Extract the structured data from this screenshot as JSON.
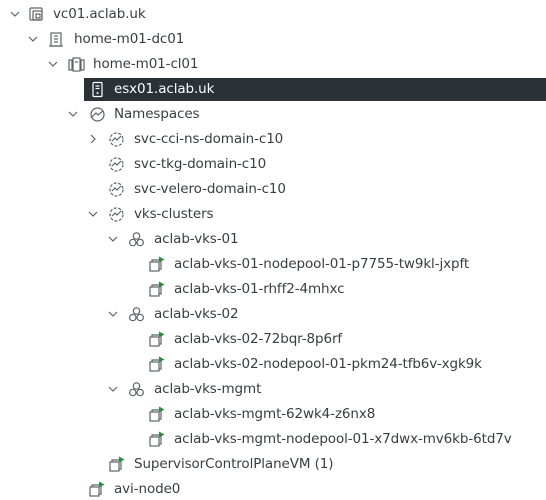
{
  "tree": {
    "items": [
      {
        "label": "vc01.aclab.uk",
        "icon": "vcenter-icon",
        "expanded": "true",
        "selected": false
      },
      {
        "label": "home-m01-dc01",
        "icon": "datacenter-icon",
        "expanded": "true",
        "selected": false
      },
      {
        "label": "home-m01-cl01",
        "icon": "cluster-icon",
        "expanded": "true",
        "selected": false
      },
      {
        "label": "esx01.aclab.uk",
        "icon": "host-icon",
        "expanded": "none",
        "selected": true
      },
      {
        "label": "Namespaces",
        "icon": "namespaces-icon",
        "expanded": "true",
        "selected": false
      },
      {
        "label": "svc-cci-ns-domain-c10",
        "icon": "namespace-icon",
        "expanded": "false",
        "selected": false
      },
      {
        "label": "svc-tkg-domain-c10",
        "icon": "namespace-icon",
        "expanded": "none",
        "selected": false
      },
      {
        "label": "svc-velero-domain-c10",
        "icon": "namespace-icon",
        "expanded": "none",
        "selected": false
      },
      {
        "label": "vks-clusters",
        "icon": "namespace-icon",
        "expanded": "true",
        "selected": false
      },
      {
        "label": "aclab-vks-01",
        "icon": "k8s-cluster-icon",
        "expanded": "true",
        "selected": false
      },
      {
        "label": "aclab-vks-01-nodepool-01-p7755-tw9kl-jxpft",
        "icon": "vm-icon",
        "expanded": "none",
        "selected": false
      },
      {
        "label": "aclab-vks-01-rhff2-4mhxc",
        "icon": "vm-icon",
        "expanded": "none",
        "selected": false
      },
      {
        "label": "aclab-vks-02",
        "icon": "k8s-cluster-icon",
        "expanded": "true",
        "selected": false
      },
      {
        "label": "aclab-vks-02-72bqr-8p6rf",
        "icon": "vm-icon",
        "expanded": "none",
        "selected": false
      },
      {
        "label": "aclab-vks-02-nodepool-01-pkm24-tfb6v-xgk9k",
        "icon": "vm-icon",
        "expanded": "none",
        "selected": false
      },
      {
        "label": "aclab-vks-mgmt",
        "icon": "k8s-cluster-icon",
        "expanded": "true",
        "selected": false
      },
      {
        "label": "aclab-vks-mgmt-62wk4-z6nx8",
        "icon": "vm-icon",
        "expanded": "none",
        "selected": false
      },
      {
        "label": "aclab-vks-mgmt-nodepool-01-x7dwx-mv6kb-6td7v",
        "icon": "vm-icon",
        "expanded": "none",
        "selected": false
      },
      {
        "label": "SupervisorControlPlaneVM (1)",
        "icon": "vm-icon",
        "expanded": "none",
        "selected": false
      },
      {
        "label": "avi-node0",
        "icon": "vm-icon",
        "expanded": "none",
        "selected": false
      }
    ]
  },
  "colors": {
    "selected_bg": "#2a3238",
    "text": "#3a3d41",
    "vm_power_on": "#2e8b3e",
    "icon_stroke": "#5f6368"
  }
}
